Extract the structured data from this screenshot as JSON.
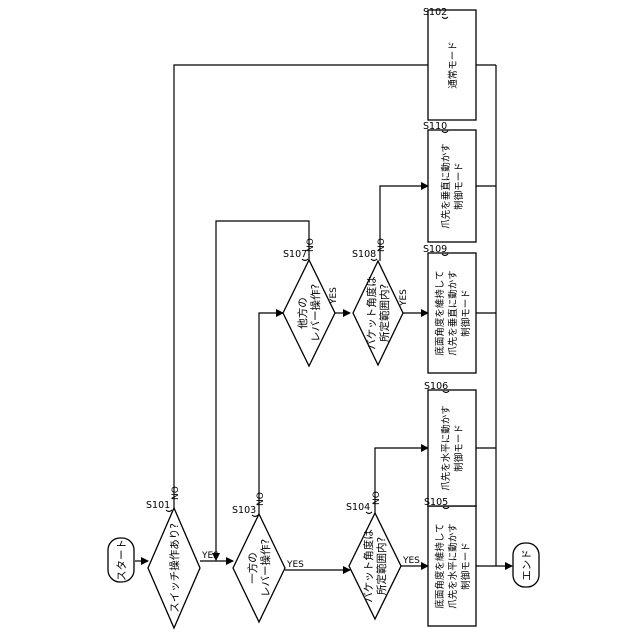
{
  "nodes": {
    "start": "スタート",
    "end": "エンド",
    "s101": {
      "id": "S101",
      "line1": "スイッチ操作あり?"
    },
    "s103": {
      "id": "S103",
      "line1": "一方の",
      "line2": "レバー操作?"
    },
    "s104": {
      "id": "S104",
      "line1": "バケット角度は",
      "line2": "所定範囲内?"
    },
    "s105": {
      "id": "S105",
      "line1": "底面角度を維持して",
      "line2": "爪先を水平に動かす",
      "line3": "制御モード"
    },
    "s106": {
      "id": "S106",
      "line1": "爪先を水平に動かす",
      "line2": "制御モード"
    },
    "s107": {
      "id": "S107",
      "line1": "他方の",
      "line2": "レバー操作?"
    },
    "s108": {
      "id": "S108",
      "line1": "バケット角度は",
      "line2": "所定範囲内?"
    },
    "s109": {
      "id": "S109",
      "line1": "底面角度を維持して",
      "line2": "爪先を垂直に動かす",
      "line3": "制御モード"
    },
    "s110": {
      "id": "S110",
      "line1": "爪先を垂直に動かす",
      "line2": "制御モード"
    },
    "s102": {
      "id": "S102",
      "line1": "通常モード"
    }
  },
  "branch": {
    "yes": "YES",
    "no": "NO"
  }
}
